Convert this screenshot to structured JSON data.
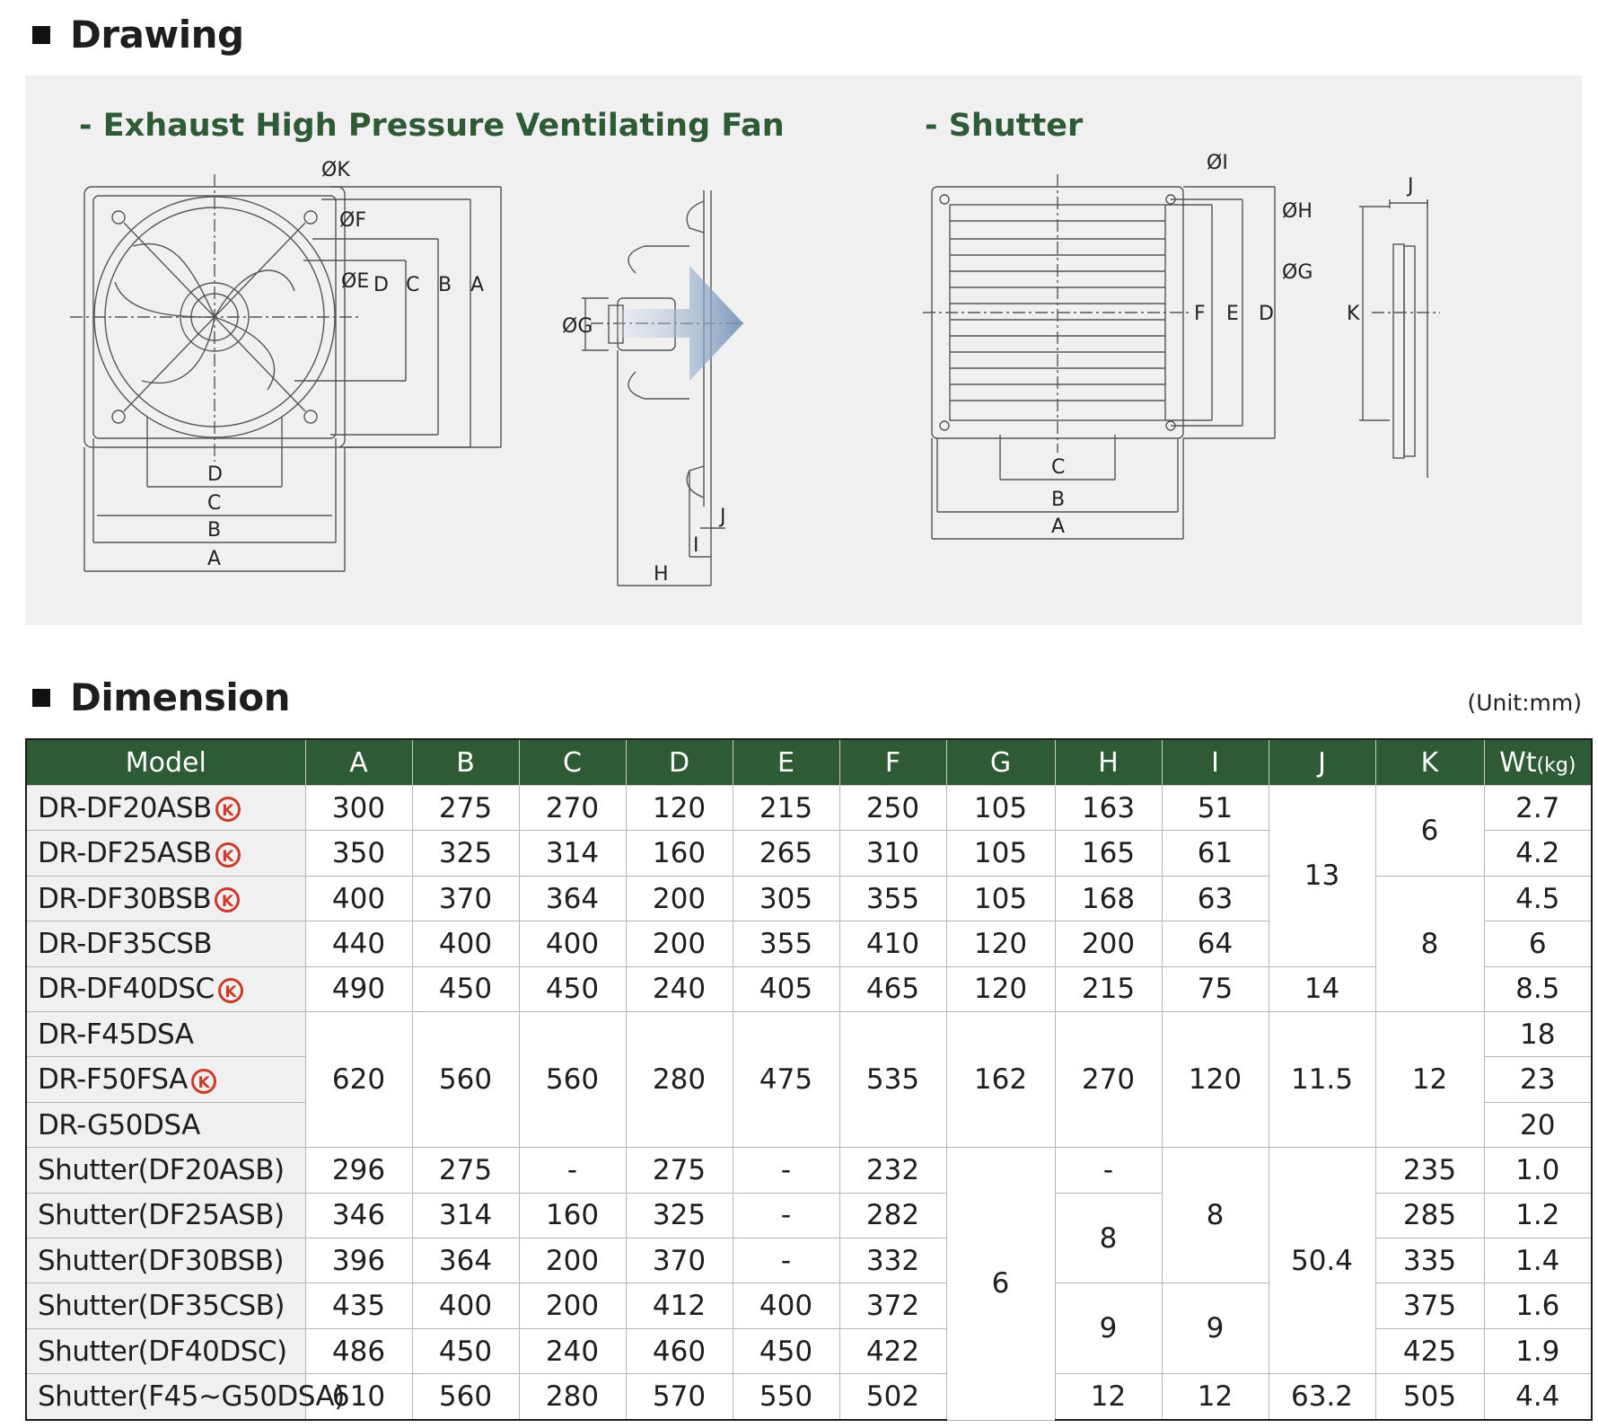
{
  "drawing": {
    "heading": "Drawing",
    "fan_subtitle": "- Exhaust High Pressure Ventilating Fan",
    "shutter_subtitle": "- Shutter",
    "fan_front_labels": {
      "phiK": "ØK",
      "phiF": "ØF",
      "phiE": "ØE",
      "D": "D",
      "C": "C",
      "B": "B",
      "A": "A",
      "bD": "D",
      "bC": "C",
      "bB": "B",
      "bA": "A"
    },
    "fan_side_labels": {
      "phiG": "ØG",
      "J": "J",
      "I": "I",
      "H": "H"
    },
    "shutter_front_labels": {
      "phiI": "ØI",
      "phiH": "ØH",
      "phiG": "ØG",
      "F": "F",
      "E": "E",
      "D": "D",
      "C": "C",
      "B": "B",
      "A": "A"
    },
    "shutter_side_labels": {
      "J": "J",
      "K": "K"
    }
  },
  "dimension": {
    "heading": "Dimension",
    "unit": "(Unit:mm)",
    "headers": [
      "Model",
      "A",
      "B",
      "C",
      "D",
      "E",
      "F",
      "G",
      "H",
      "I",
      "J",
      "K",
      "Wt"
    ],
    "wt_unit": "(kg)",
    "rows": [
      {
        "model": "DR-DF20ASB",
        "k": true,
        "A": "300",
        "B": "275",
        "C": "270",
        "D": "120",
        "E": "215",
        "F": "250",
        "G": "105",
        "H": "163",
        "I": "51",
        "Wt": "2.7"
      },
      {
        "model": "DR-DF25ASB",
        "k": true,
        "A": "350",
        "B": "325",
        "C": "314",
        "D": "160",
        "E": "265",
        "F": "310",
        "G": "105",
        "H": "165",
        "I": "61",
        "Wt": "4.2"
      },
      {
        "model": "DR-DF30BSB",
        "k": true,
        "A": "400",
        "B": "370",
        "C": "364",
        "D": "200",
        "E": "305",
        "F": "355",
        "G": "105",
        "H": "168",
        "I": "63",
        "Wt": "4.5"
      },
      {
        "model": "DR-DF35CSB",
        "k": false,
        "A": "440",
        "B": "400",
        "C": "400",
        "D": "200",
        "E": "355",
        "F": "410",
        "G": "120",
        "H": "200",
        "I": "64",
        "Wt": "6"
      },
      {
        "model": "DR-DF40DSC",
        "k": true,
        "A": "490",
        "B": "450",
        "C": "450",
        "D": "240",
        "E": "405",
        "F": "465",
        "G": "120",
        "H": "215",
        "I": "75",
        "J": "14",
        "Wt": "8.5"
      },
      {
        "model": "DR-F45DSA",
        "k": false,
        "Wt": "18"
      },
      {
        "model": "DR-F50FSA",
        "k": true,
        "Wt": "23"
      },
      {
        "model": "DR-G50DSA",
        "k": false,
        "Wt": "20"
      },
      {
        "model": "Shutter(DF20ASB)",
        "A": "296",
        "B": "275",
        "C": "-",
        "D": "275",
        "E": "-",
        "F": "232",
        "H": "-",
        "K": "235",
        "Wt": "1.0"
      },
      {
        "model": "Shutter(DF25ASB)",
        "A": "346",
        "B": "314",
        "C": "160",
        "D": "325",
        "E": "-",
        "F": "282",
        "K": "285",
        "Wt": "1.2"
      },
      {
        "model": "Shutter(DF30BSB)",
        "A": "396",
        "B": "364",
        "C": "200",
        "D": "370",
        "E": "-",
        "F": "332",
        "K": "335",
        "Wt": "1.4"
      },
      {
        "model": "Shutter(DF35CSB)",
        "A": "435",
        "B": "400",
        "C": "200",
        "D": "412",
        "E": "400",
        "F": "372",
        "K": "375",
        "Wt": "1.6"
      },
      {
        "model": "Shutter(DF40DSC)",
        "A": "486",
        "B": "450",
        "C": "240",
        "D": "460",
        "E": "450",
        "F": "422",
        "K": "425",
        "Wt": "1.9"
      },
      {
        "model": "Shutter(F45~G50DSA)",
        "A": "610",
        "B": "560",
        "C": "280",
        "D": "570",
        "E": "550",
        "F": "502",
        "H": "12",
        "I": "12",
        "J": "63.2",
        "K": "505",
        "Wt": "4.4"
      }
    ],
    "merged": {
      "fan_J_13": "13",
      "fan_K_6": "6",
      "fan_K_8": "8",
      "f45_A": "620",
      "f45_B": "560",
      "f45_C": "560",
      "f45_D": "280",
      "f45_E": "475",
      "f45_F": "535",
      "f45_G": "162",
      "f45_H": "270",
      "f45_I": "120",
      "f45_J": "11.5",
      "f45_K": "12",
      "sh_G": "6",
      "sh_H_8": "8",
      "sh_H_9": "9",
      "sh_I_8": "8",
      "sh_I_9": "9",
      "sh_J": "50.4"
    },
    "k_mark": "K"
  },
  "colors": {
    "header_green": "#2f5a36",
    "panel_gray": "#f0f0f0",
    "k_mark_red": "#cc3a2a"
  }
}
